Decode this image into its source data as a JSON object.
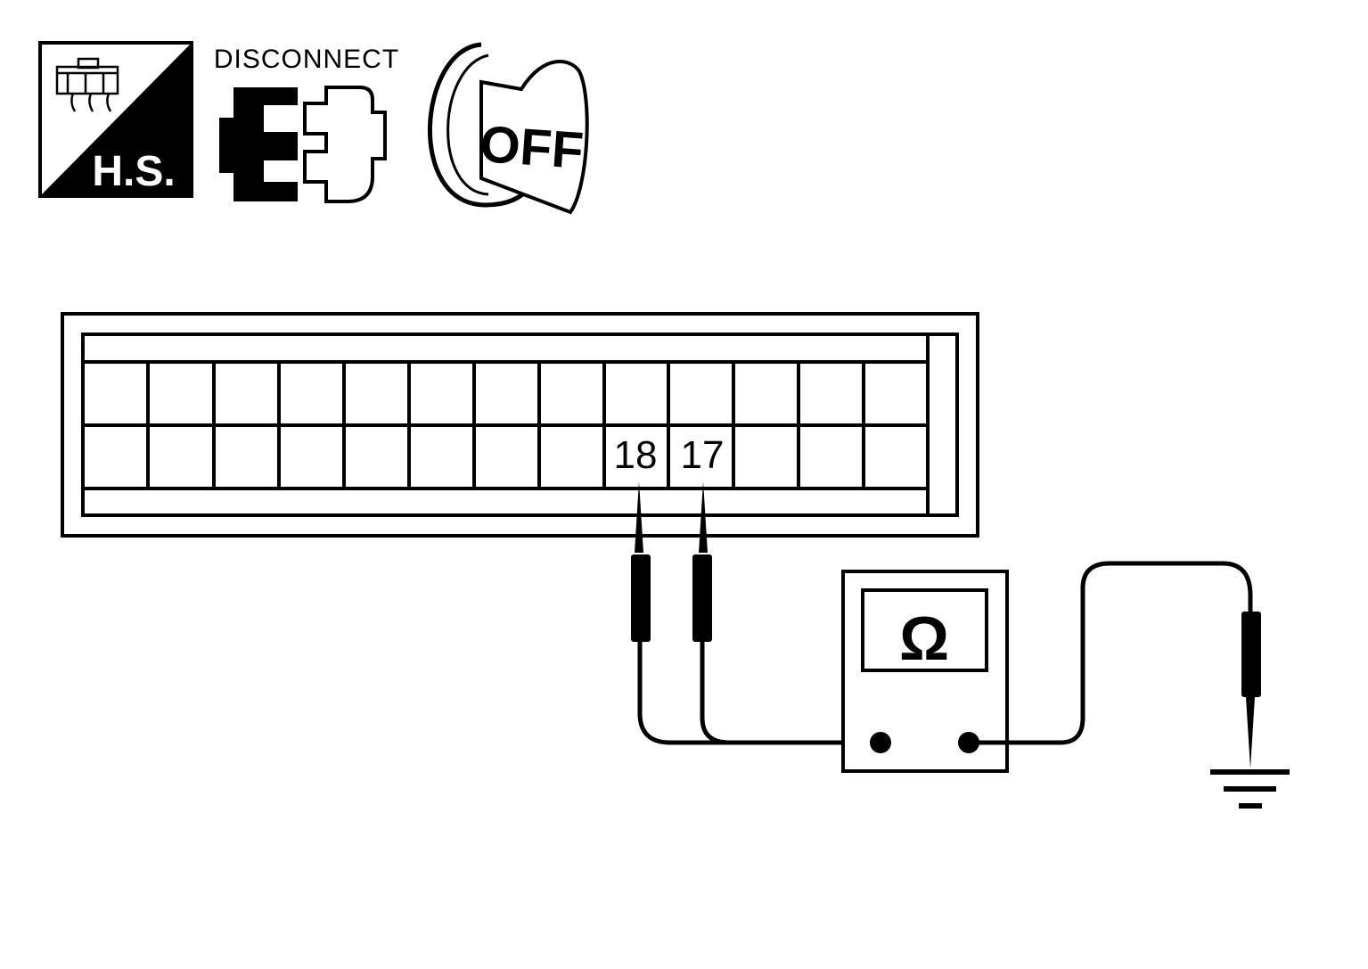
{
  "icons": {
    "harness_side": {
      "label": "H.S.",
      "icon": "harness-connector-icon"
    },
    "disconnect": {
      "label": "DISCONNECT",
      "icon": "disconnect-connector-icon"
    },
    "ignition": {
      "label": "OFF",
      "icon": "ignition-key-icon"
    }
  },
  "connector": {
    "terminals": [
      "18",
      "17"
    ]
  },
  "meter": {
    "symbol": "Ω",
    "icon": "ohmmeter-icon"
  },
  "ground": {
    "icon": "ground-symbol-icon"
  },
  "colors": {
    "ink": "#000000",
    "paper": "#ffffff"
  }
}
